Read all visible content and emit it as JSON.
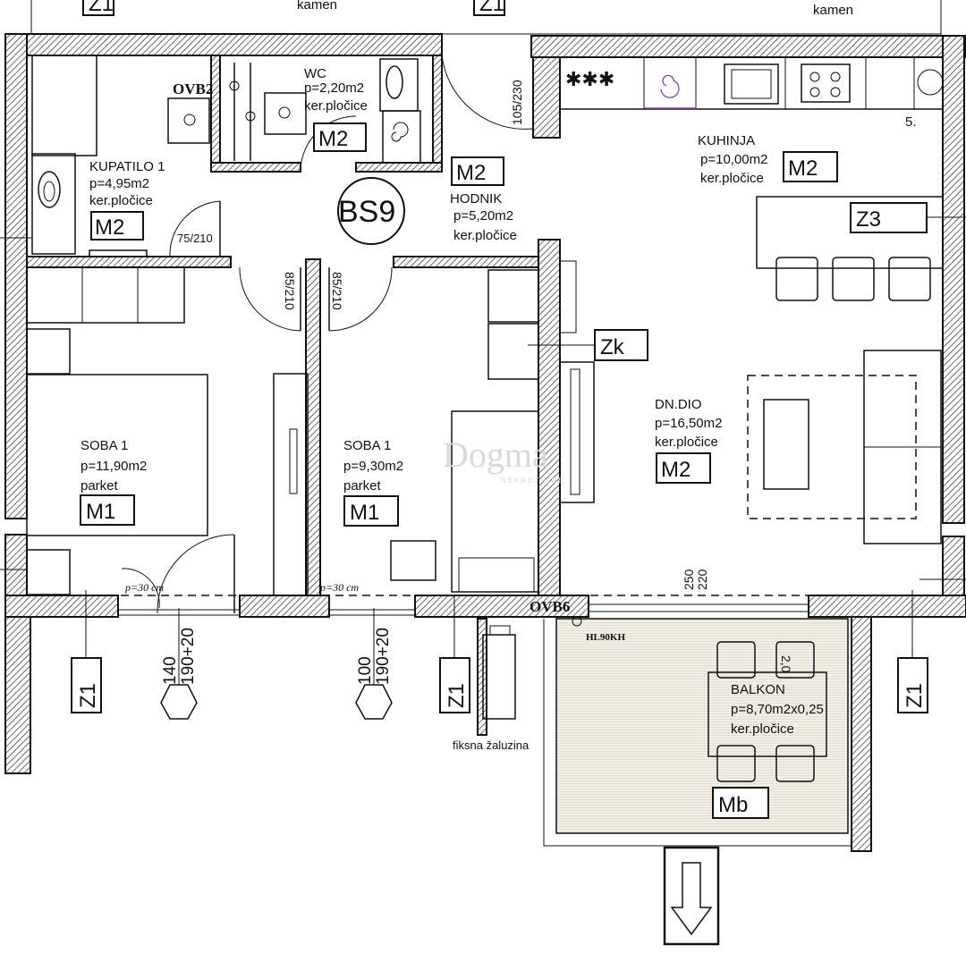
{
  "top_labels": [
    "kamen",
    "kamen"
  ],
  "rooms": {
    "kupatilo": {
      "name": "KUPATILO 1",
      "area": "p=4,95m2",
      "floor": "ker.pločice",
      "tag": "M2"
    },
    "wc": {
      "name": "WC",
      "area": "p=2,20m2",
      "floor": "ker.pločice",
      "tag": "M2"
    },
    "hodnik": {
      "name": "HODNIK",
      "area": "p=5,20m2",
      "floor": "ker.pločice",
      "tag": "M2"
    },
    "kuhinja": {
      "name": "KUHINJA",
      "area": "p=10,00m2",
      "floor": "ker.pločice",
      "tag": "M2",
      "number": "5."
    },
    "soba1_left": {
      "name": "SOBA 1",
      "area": "p=11,90m2",
      "floor": "parket",
      "tag": "M1"
    },
    "soba1_mid": {
      "name": "SOBA 1",
      "area": "p=9,30m2",
      "floor": "parket",
      "tag": "M1"
    },
    "dn_dio": {
      "name": "DN.DIO",
      "area": "p=16,50m2",
      "floor": "ker.pločice",
      "tag": "M2"
    },
    "balkon": {
      "name": "BALKON",
      "area": "p=8,70m2x0,25",
      "floor": "ker.pločice",
      "tag": "Mb"
    }
  },
  "apartment_code": "BS9",
  "tags": {
    "z1": "Z1",
    "z3": "Z3",
    "zk": "Zk",
    "ovb2": "OVB2",
    "ovb6": "OVB6",
    "hl": "HL90KH"
  },
  "dimensions": {
    "door_bath": "75/210",
    "door_room_left": "85/210",
    "door_room_mid": "85/210",
    "door_entry": "105/230",
    "sill_left": "p=30 cm",
    "sill_mid": "p=30 cm",
    "window_left_width": "140",
    "window_left_height": "190+20",
    "window_mid_width": "100",
    "window_mid_height": "190+20",
    "balcony_door_a": "250",
    "balcony_door_b": "220",
    "balcony_misc": "2,0"
  },
  "notes": {
    "blind": "fiksna žaluzina"
  },
  "watermark": {
    "brand": "Dogma",
    "sub": "NEKRETNINE"
  }
}
